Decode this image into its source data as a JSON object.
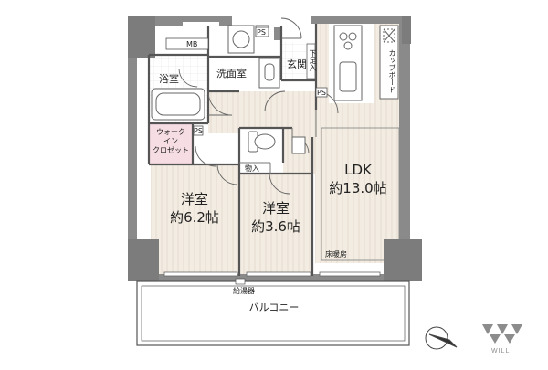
{
  "floorplan": {
    "rooms": {
      "ldk_name": "LDK",
      "ldk_size": "約13.0帖",
      "western1_name": "洋室",
      "western1_size": "約6.2帖",
      "western2_name": "洋室",
      "western2_size": "約3.6帖",
      "bath": "浴室",
      "washroom": "洗面室",
      "entrance": "玄関",
      "walkin_line1": "ウォーク",
      "walkin_line2": "イン",
      "walkin_line3": "クロゼット",
      "storage": "物入"
    },
    "labels": {
      "mb": "MB",
      "ps_top": "PS",
      "ps_kitchen": "PS",
      "ps_washroom": "PS",
      "shoe_box": "下足入",
      "cupboard": "カップボード",
      "floor_heating": "床暖房",
      "water_heater": "給湯器",
      "balcony": "バルコニー"
    },
    "brand": {
      "logo_text": "WILL"
    },
    "colors": {
      "wall": "#8a8a8a",
      "column": "#7c7c7c",
      "room_fill": "#f3ece2",
      "wet_fill": "#ffffff",
      "closet_fill": "#f6dde3",
      "outline": "#555555"
    }
  }
}
